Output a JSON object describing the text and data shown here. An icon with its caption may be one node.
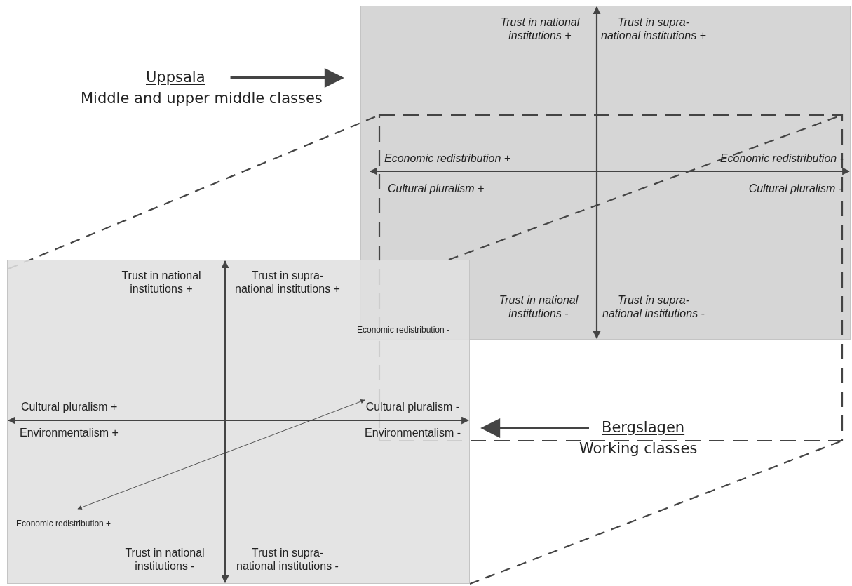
{
  "diagram": {
    "nodes": [
      {
        "text": [
          "Uppsala",
          "Middle and upper middle classes"
        ]
      },
      {
        "text": [],
        "shape": "box"
      },
      {
        "text": [],
        "shape": "box"
      },
      {
        "text": [
          "Bergslagen",
          "Working classes"
        ]
      }
    ],
    "edges": [
      {
        "from": 0,
        "to": 1,
        "arrow": "to"
      },
      {
        "from": 3,
        "to": 2,
        "arrow": "to"
      }
    ],
    "labels": [
      "Trust in national institutions +",
      "Trust in supra-national institutions +",
      "Economic redistribution +",
      "Economic redistribution -",
      "Cultural pluralism +",
      "Cultural pluralism -",
      "Trust in national institutions -",
      "Trust in supra-national institutions -",
      "Trust in national institutions +",
      "Trust in supra-national institutions +",
      "Economic redistribution -",
      "Cultural pluralism +",
      "Cultural pluralism -",
      "Environmentalism +",
      "Environmentalism -",
      "Economic redistribution +",
      "Trust in national institutions -",
      "Trust in supra-national institutions -"
    ]
  }
}
